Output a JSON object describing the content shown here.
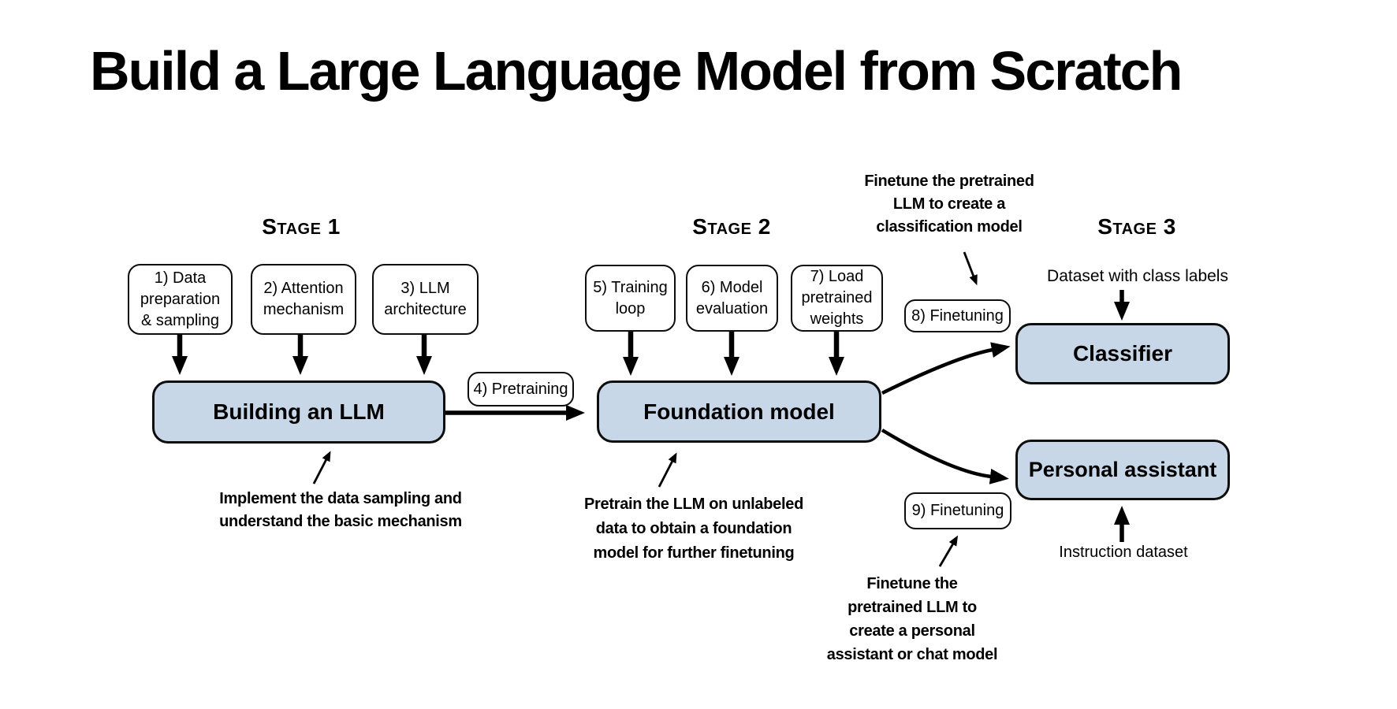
{
  "title": "Build a Large Language Model from Scratch",
  "colors": {
    "box_fill": "#c7d7e7",
    "box_border": "#0d0d0d",
    "arrow": "#000000"
  },
  "stage1": {
    "label": "Stage 1",
    "step_boxes": [
      {
        "lines": [
          "1) Data",
          "preparation",
          "& sampling"
        ]
      },
      {
        "lines": [
          "2) Attention",
          "mechanism"
        ]
      },
      {
        "lines": [
          "3) LLM",
          "architecture"
        ]
      }
    ],
    "main_box": "Building an LLM",
    "annotation": [
      "Implement the data sampling and",
      "understand the basic mechanism"
    ]
  },
  "transition": {
    "step_box": "4) Pretraining"
  },
  "stage2": {
    "label": "Stage 2",
    "step_boxes": [
      {
        "lines": [
          "5) Training",
          "loop"
        ]
      },
      {
        "lines": [
          "6) Model",
          "evaluation"
        ]
      },
      {
        "lines": [
          "7) Load",
          "pretrained",
          "weights"
        ]
      }
    ],
    "main_box": "Foundation model",
    "annotation": [
      "Pretrain the LLM on unlabeled",
      "data to obtain a foundation",
      "model for further finetuning"
    ]
  },
  "stage3": {
    "label": "Stage 3",
    "classification_annotation": [
      "Finetune the pretrained",
      "LLM to create a",
      "classification model"
    ],
    "finetuning8_box": "8) Finetuning",
    "finetuning9_box": "9) Finetuning",
    "dataset_label": "Dataset with class labels",
    "classifier_box": "Classifier",
    "personal_assistant_box": "Personal assistant",
    "instruction_label": "Instruction dataset",
    "chat_annotation": [
      "Finetune the",
      "pretrained LLM to",
      "create a personal",
      "assistant or chat model"
    ]
  }
}
